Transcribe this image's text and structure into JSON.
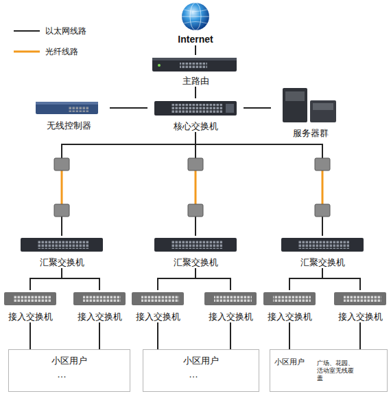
{
  "diagram": {
    "nodes": [
      {
        "text": [
          "Internet"
        ]
      },
      {
        "text": [
          "主路由"
        ]
      },
      {
        "text": [
          "无线控制器"
        ]
      },
      {
        "text": [
          "核心交换机"
        ]
      },
      {
        "text": [
          "服务器群"
        ]
      },
      {
        "text": [
          "汇聚交换机"
        ]
      },
      {
        "text": [
          "汇聚交换机"
        ]
      },
      {
        "text": [
          "汇聚交换机"
        ]
      },
      {
        "text": [
          "接入交换机"
        ]
      },
      {
        "text": [
          "接入交换机"
        ]
      },
      {
        "text": [
          "接入交换机"
        ]
      },
      {
        "text": [
          "接入交换机"
        ]
      },
      {
        "text": [
          "接入交换机"
        ]
      },
      {
        "text": [
          "接入交换机"
        ]
      },
      {
        "text": [
          "小区用户"
        ]
      },
      {
        "text": [
          "小区用户"
        ]
      },
      {
        "text": [
          "小区用户"
        ]
      },
      {
        "text": [
          "广场、花园、活动室无线覆盖"
        ],
        "in": 16
      }
    ],
    "edges": [
      {
        "from": 0,
        "to": 1,
        "arrow": "none"
      },
      {
        "from": 1,
        "to": 3,
        "arrow": "none"
      },
      {
        "from": 3,
        "to": 2,
        "arrow": "none"
      },
      {
        "from": 3,
        "to": 4,
        "arrow": "none"
      },
      {
        "from": 3,
        "to": 5,
        "arrow": "none"
      },
      {
        "from": 3,
        "to": 6,
        "arrow": "none"
      },
      {
        "from": 3,
        "to": 7,
        "arrow": "none"
      },
      {
        "from": 5,
        "to": 8,
        "arrow": "none"
      },
      {
        "from": 5,
        "to": 9,
        "arrow": "none"
      },
      {
        "from": 6,
        "to": 10,
        "arrow": "none"
      },
      {
        "from": 6,
        "to": 11,
        "arrow": "none"
      },
      {
        "from": 7,
        "to": 12,
        "arrow": "none"
      },
      {
        "from": 7,
        "to": 13,
        "arrow": "none"
      },
      {
        "from": 8,
        "to": 14,
        "arrow": "none"
      },
      {
        "from": 9,
        "to": 14,
        "arrow": "none"
      },
      {
        "from": 10,
        "to": 15,
        "arrow": "none"
      },
      {
        "from": 11,
        "to": 15,
        "arrow": "none"
      },
      {
        "from": 12,
        "to": 16,
        "arrow": "none"
      },
      {
        "from": 13,
        "to": 17,
        "arrow": "none"
      }
    ],
    "labels": [
      "…",
      "…"
    ],
    "legend": [
      {
        "text": "以太网线路"
      },
      {
        "text": "光纤线路"
      }
    ]
  }
}
